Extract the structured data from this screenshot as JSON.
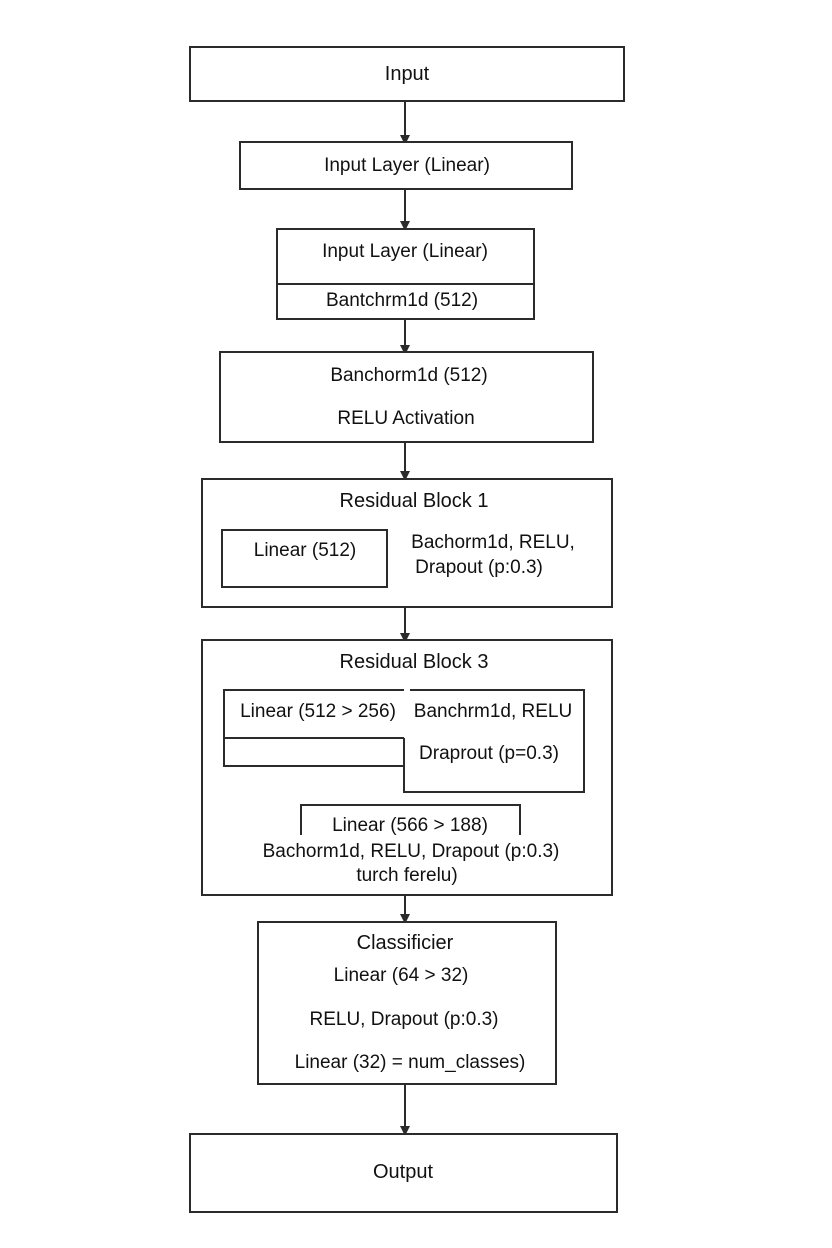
{
  "nodes": {
    "input": {
      "label": "Input"
    },
    "input_layer": {
      "label": "Input Layer (Linear)"
    },
    "input_bn": {
      "top_label": "Input Layer (Linear)",
      "bottom_label": "Bantchrm1d (512)"
    },
    "bn_relu": {
      "line1": "Banchorm1d (512)",
      "line2": "RELU Activation"
    },
    "residual1": {
      "title": "Residual Block 1",
      "inner_label": "Linear (512)",
      "side_line1": "Bachorm1d, RELU,",
      "side_line2": "Drapout (p:0.3)"
    },
    "residual3": {
      "title": "Residual Block 3",
      "row1_left": "Linear (512 > 256)",
      "row1_right": "Banchrm1d, RELU",
      "row2_right": "Draprout (p=0.3)",
      "lower_inner": "Linear (566 > 188)",
      "lower_line1": "Bachorm1d, RELU, Drapout (p:0.3)",
      "lower_line2": "turch ferelu)"
    },
    "classifier": {
      "title": "Classificier",
      "line1": "Linear (64 > 32)",
      "line2": "RELU, Drapout (p:0.3)",
      "line3": "Linear (32) = num_classes)"
    },
    "output": {
      "label": "Output"
    }
  },
  "colors": {
    "stroke": "#2b2b2b",
    "background": "#ffffff",
    "text": "#111111"
  }
}
